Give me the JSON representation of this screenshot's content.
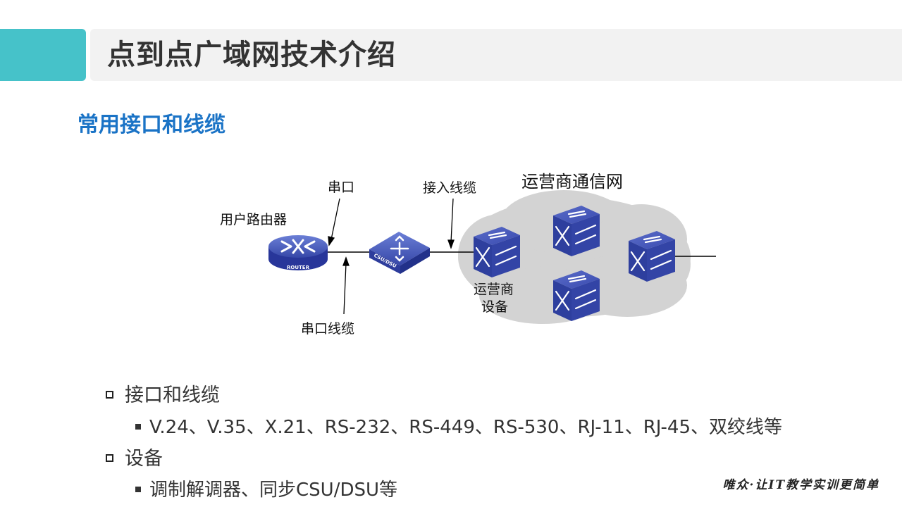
{
  "title": "点到点广域网技术介绍",
  "section_heading": "常用接口和线缆",
  "diagram": {
    "carrier_network_label": "运营商通信网",
    "user_router_label": "用户路由器",
    "serial_port_label": "串口",
    "access_cable_label": "接入线缆",
    "serial_cable_label": "串口线缆",
    "carrier_device_label_line1": "运营商",
    "carrier_device_label_line2": "设备",
    "router_badge": "ROUTER",
    "csu_badge": "CSU/DSU",
    "colors": {
      "device": "#2e3f9e",
      "cloud": "#d3d3d3"
    }
  },
  "bullets": [
    {
      "level": 1,
      "text": "接口和线缆"
    },
    {
      "level": 2,
      "text": "V.24、V.35、X.21、RS-232、RS-449、RS-530、RJ-11、RJ-45、双绞线等"
    },
    {
      "level": 1,
      "text": "设备"
    },
    {
      "level": 2,
      "text": "调制解调器、同步CSU/DSU等"
    }
  ],
  "footer": {
    "slogan": "唯众·让IT教学实训更简单"
  },
  "colors": {
    "accent": "#46c2c9",
    "heading": "#1a73c6",
    "title_bar": "#f2f2f2"
  }
}
